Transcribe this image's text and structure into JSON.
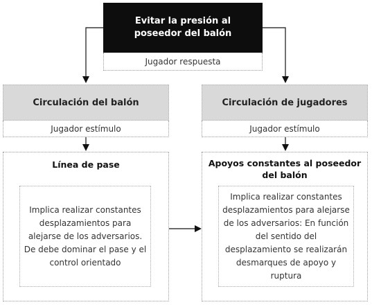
{
  "top": {
    "title": "Evitar la presión al poseedor del balón",
    "subtitle": "Jugador respuesta"
  },
  "left": {
    "header": "Circulación del balón",
    "subtitle": "Jugador estímulo",
    "panel_title": "Línea de pase",
    "description": "Implica realizar constantes desplazamientos para alejarse de los adversarios. De debe dominar el pase y el control orientado"
  },
  "right": {
    "header": "Circulación de jugadores",
    "subtitle": "Jugador estímulo",
    "panel_title": "Apoyos constantes al poseedor del balón",
    "description": "Implica realizar constantes desplazamientos para alejarse de los adversarios: En función del sentido del desplazamiento se realizarán desmarques de apoyo y ruptura"
  }
}
